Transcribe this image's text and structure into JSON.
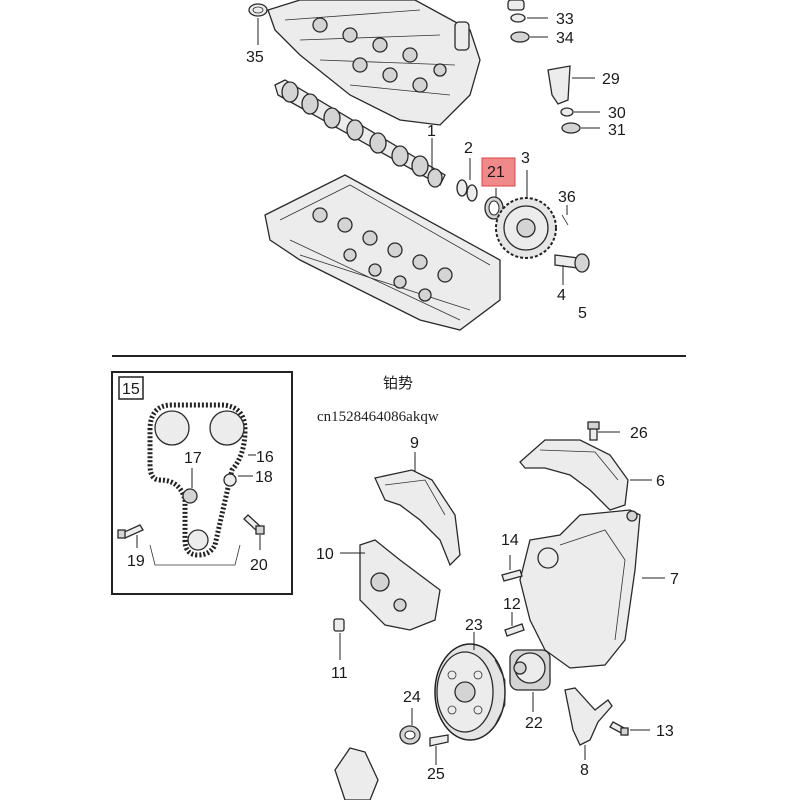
{
  "diagram": {
    "callouts": {
      "n1": "1",
      "n2": "2",
      "n3": "3",
      "n4": "4",
      "n5": "5",
      "n6": "6",
      "n7": "7",
      "n8": "8",
      "n9": "9",
      "n10": "10",
      "n11": "11",
      "n12": "12",
      "n13": "13",
      "n14": "14",
      "n15": "15",
      "n16": "16",
      "n17": "17",
      "n18": "18",
      "n19": "19",
      "n20": "20",
      "n21": "21",
      "n22": "22",
      "n23": "23",
      "n24": "24",
      "n25": "25",
      "n26": "26",
      "n29": "29",
      "n30": "30",
      "n31": "31",
      "n33": "33",
      "n34": "34",
      "n35": "35",
      "n36": "36"
    },
    "highlighted_part": "21",
    "highlight_color": "#f08a8a",
    "watermark_chinese": "铂势",
    "watermark_id": "cn1528464086akqw"
  }
}
